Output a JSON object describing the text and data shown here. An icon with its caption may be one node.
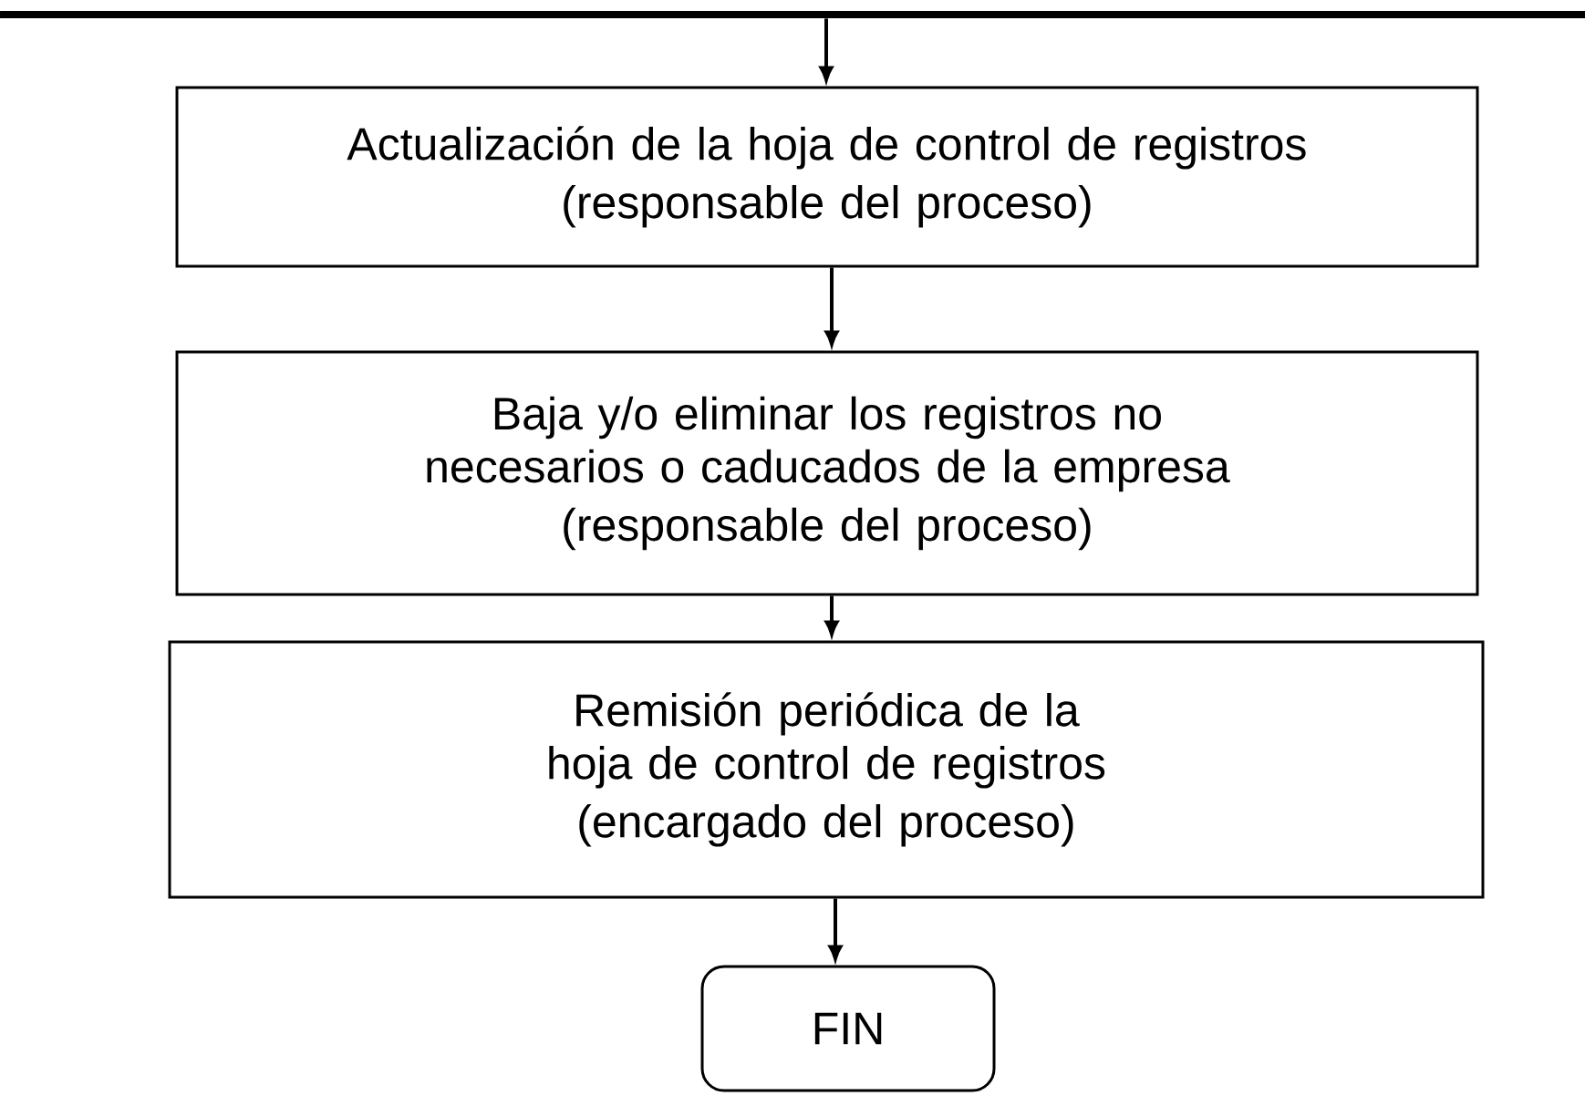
{
  "diagram": {
    "nodes": [
      {
        "text": [],
        "shape": "bar"
      },
      {
        "text": [
          "Actualización de la hoja de control de registros",
          "(responsable del proceso)"
        ]
      },
      {
        "text": [
          "Baja y/o eliminar los registros no necesarios o caducados de la empresa",
          "(responsable del proceso)"
        ]
      },
      {
        "text": [
          "Remisión periódica de la hoja de control de registros",
          "(encargado del proceso)"
        ]
      },
      {
        "text": [
          "FIN"
        ]
      }
    ],
    "edges": [
      {
        "from": 0,
        "to": 1,
        "arrow": "to"
      },
      {
        "from": 1,
        "to": 2,
        "arrow": "to"
      },
      {
        "from": 2,
        "to": 3,
        "arrow": "to"
      },
      {
        "from": 3,
        "to": 4,
        "arrow": "to"
      }
    ]
  }
}
